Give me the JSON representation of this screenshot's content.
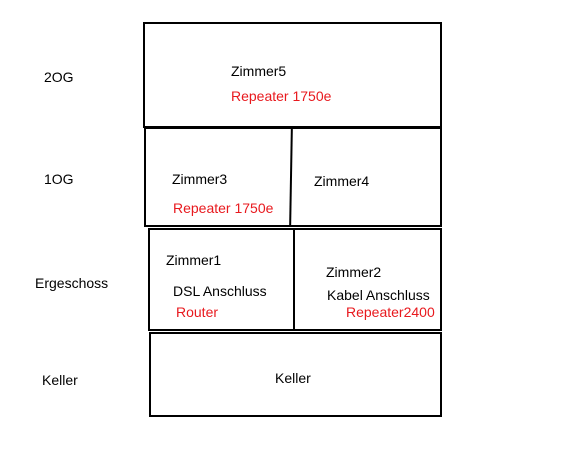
{
  "floors": {
    "og2": "2OG",
    "og1": "1OG",
    "eg": "Ergeschoss",
    "keller": "Keller"
  },
  "rooms": {
    "zimmer5": {
      "name": "Zimmer5",
      "device": "Repeater 1750e"
    },
    "zimmer3": {
      "name": "Zimmer3",
      "device": "Repeater 1750e"
    },
    "zimmer4": {
      "name": "Zimmer4"
    },
    "zimmer1": {
      "name": "Zimmer1",
      "connection": "DSL Anschluss",
      "device": "Router"
    },
    "zimmer2": {
      "name": "Zimmer2",
      "connection": "Kabel Anschluss",
      "device": "Repeater2400"
    },
    "keller": {
      "name": "Keller"
    }
  },
  "colors": {
    "device_text": "#e8191e",
    "outline": "#000000"
  }
}
